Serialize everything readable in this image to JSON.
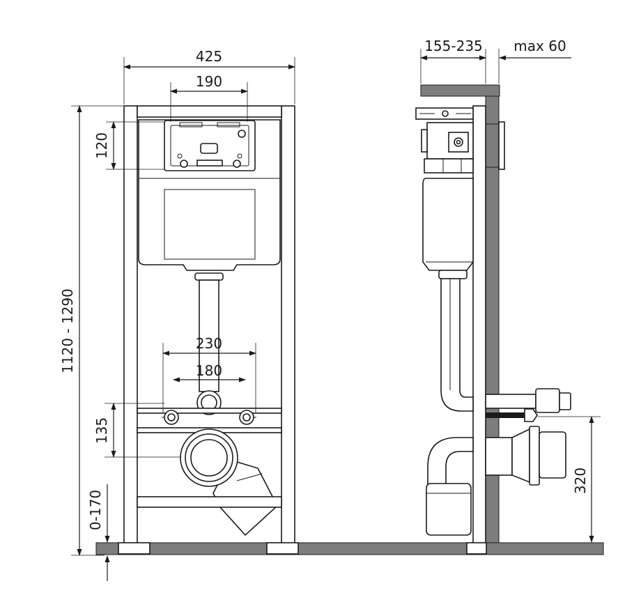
{
  "dimensions": {
    "frame_width": "425",
    "flush_plate_width": "190",
    "flush_plate_height": "120",
    "total_height": "1120 - 1290",
    "bolt_spacing_outer": "230",
    "bolt_spacing_inner": "180",
    "bolt_height": "135",
    "leg_adjust": "0-170",
    "wall_depth": "155-235",
    "max_cladding": "max 60",
    "drain_height": "320"
  },
  "colors": {
    "line": "#1a1a1a",
    "wall": "#7d7d7d",
    "fill": "#ffffff"
  }
}
